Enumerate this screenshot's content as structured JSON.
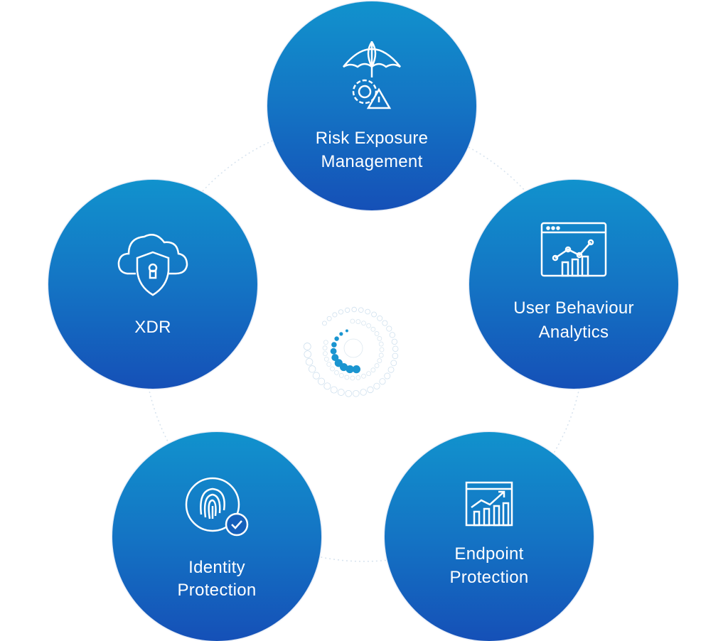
{
  "nodes": [
    {
      "id": "risk",
      "label_line1": "Risk Exposure",
      "label_line2": "Management",
      "icon": "umbrella-gear-warning-icon"
    },
    {
      "id": "uba",
      "label_line1": "User Behaviour",
      "label_line2": "Analytics",
      "icon": "browser-analytics-chart-icon"
    },
    {
      "id": "endpoint",
      "label_line1": "Endpoint",
      "label_line2": "Protection",
      "icon": "growth-chart-icon"
    },
    {
      "id": "identity",
      "label_line1": "Identity",
      "label_line2": "Protection",
      "icon": "fingerprint-check-icon"
    },
    {
      "id": "xdr",
      "label_line1": "XDR",
      "label_line2": "",
      "icon": "cloud-shield-lock-icon"
    }
  ],
  "colors": {
    "gradient_top": "#1192cd",
    "gradient_bottom": "#1550b7",
    "center_accent": "#1a95d0"
  }
}
